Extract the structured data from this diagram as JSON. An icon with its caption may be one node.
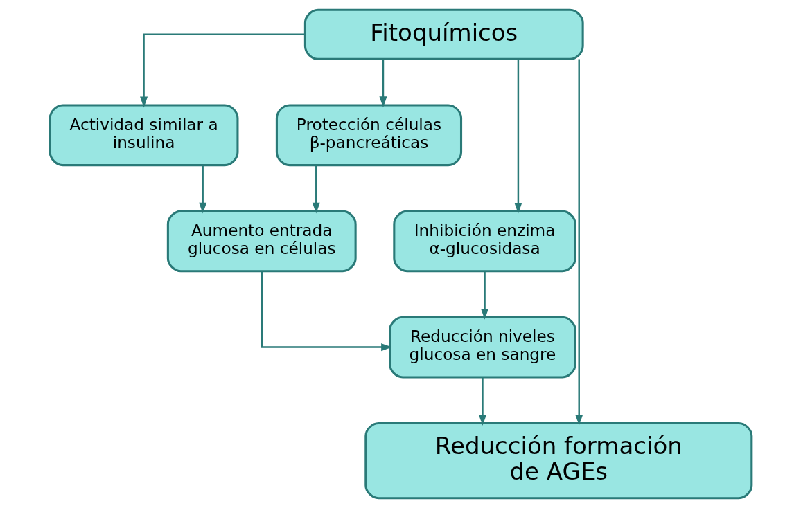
{
  "diagram": {
    "nodes": [
      {
        "text": [
          "Fitoquímicos"
        ]
      },
      {
        "text": [
          "Actividad similar a insulina"
        ]
      },
      {
        "text": [
          "Protección células β-pancreáticas"
        ]
      },
      {
        "text": [
          "Inhibición enzima α-glucosidasa"
        ]
      },
      {
        "text": [
          "Aumento entrada glucosa en células"
        ]
      },
      {
        "text": [
          "Reducción niveles glucosa en sangre"
        ]
      },
      {
        "text": [
          "Reducción formación de AGEs"
        ]
      }
    ],
    "edges": [
      {
        "from": 0,
        "to": 1,
        "arrow": "to"
      },
      {
        "from": 0,
        "to": 2,
        "arrow": "to"
      },
      {
        "from": 0,
        "to": 3,
        "arrow": "to"
      },
      {
        "from": 0,
        "to": 6,
        "arrow": "to"
      },
      {
        "from": 1,
        "to": 4,
        "arrow": "to"
      },
      {
        "from": 2,
        "to": 4,
        "arrow": "to"
      },
      {
        "from": 3,
        "to": 5,
        "arrow": "to"
      },
      {
        "from": 4,
        "to": 5,
        "arrow": "to"
      },
      {
        "from": 5,
        "to": 6,
        "arrow": "to"
      }
    ]
  }
}
